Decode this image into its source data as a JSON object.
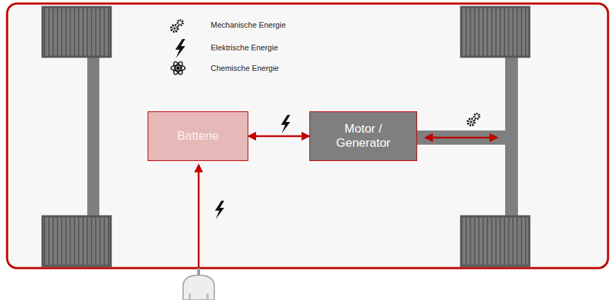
{
  "diagram": {
    "nodes": [
      {
        "text": [
          "Batterie"
        ]
      },
      {
        "text": [
          "Motor / Generator"
        ]
      }
    ],
    "edges": [
      {
        "from": 0,
        "to": 1,
        "arrow": "both"
      }
    ],
    "legend": [
      {
        "text": "Mechanische Energie"
      },
      {
        "text": "Elektrische Energie"
      },
      {
        "text": "Chemische Energie"
      }
    ]
  }
}
